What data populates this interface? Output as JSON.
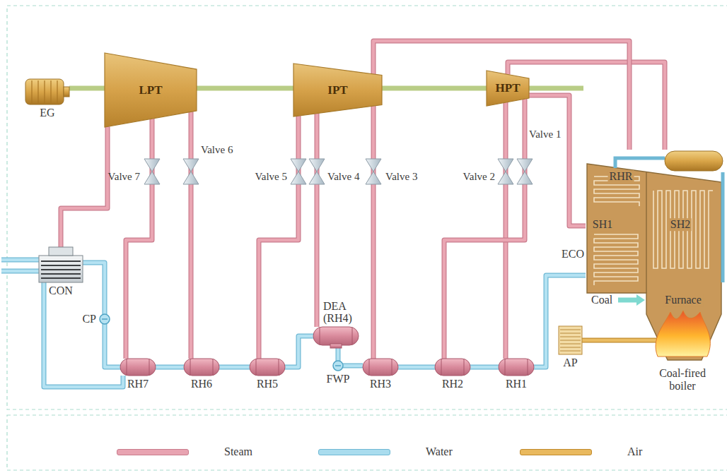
{
  "diagram": {
    "nodes": [
      {
        "text": [
          "EG"
        ]
      },
      {
        "text": [
          "LPT"
        ]
      },
      {
        "text": [
          "IPT"
        ]
      },
      {
        "text": [
          "HPT"
        ]
      },
      {
        "text": [
          "CON"
        ]
      },
      {
        "text": [
          "CP"
        ]
      },
      {
        "text": [
          "RH7"
        ]
      },
      {
        "text": [
          "RH6"
        ]
      },
      {
        "text": [
          "RH5"
        ]
      },
      {
        "text": [
          "DEA (RH4)"
        ]
      },
      {
        "text": [
          "FWP"
        ]
      },
      {
        "text": [
          "RH3"
        ]
      },
      {
        "text": [
          "RH2"
        ]
      },
      {
        "text": [
          "RH1"
        ]
      },
      {
        "text": [
          "Coal-fired boiler"
        ]
      },
      {
        "text": [
          "AP"
        ]
      }
    ],
    "edges": [
      {
        "from": 1,
        "to": 4,
        "arrow": "none"
      },
      {
        "from": 1,
        "to": 6,
        "arrow": "none"
      },
      {
        "from": 1,
        "to": 7,
        "arrow": "none"
      },
      {
        "from": 2,
        "to": 8,
        "arrow": "none"
      },
      {
        "from": 2,
        "to": 9,
        "arrow": "none"
      },
      {
        "from": 2,
        "to": 11,
        "arrow": "none"
      },
      {
        "from": 3,
        "to": 13,
        "arrow": "none"
      },
      {
        "from": 3,
        "to": 12,
        "arrow": "none"
      },
      {
        "from": 3,
        "to": 14,
        "arrow": "none"
      },
      {
        "from": 14,
        "to": 3,
        "arrow": "none"
      },
      {
        "from": 14,
        "to": 2,
        "arrow": "none"
      },
      {
        "from": 4,
        "to": 5,
        "arrow": "none"
      },
      {
        "from": 5,
        "to": 6,
        "arrow": "none"
      },
      {
        "from": 6,
        "to": 7,
        "arrow": "none"
      },
      {
        "from": 7,
        "to": 8,
        "arrow": "none"
      },
      {
        "from": 8,
        "to": 9,
        "arrow": "none"
      },
      {
        "from": 9,
        "to": 10,
        "arrow": "none"
      },
      {
        "from": 10,
        "to": 11,
        "arrow": "none"
      },
      {
        "from": 11,
        "to": 12,
        "arrow": "none"
      },
      {
        "from": 12,
        "to": 13,
        "arrow": "none"
      },
      {
        "from": 13,
        "to": 14,
        "arrow": "none"
      },
      {
        "from": 6,
        "to": 4,
        "arrow": "none"
      },
      {
        "from": 15,
        "to": 14,
        "arrow": "none"
      }
    ],
    "labels": [
      "Valve 1",
      "Valve 7",
      "Valve 6",
      "Valve 5",
      "Valve 4",
      "Valve 3",
      "Valve 2",
      "RHR",
      "SH1",
      "SH2",
      "ECO",
      "Coal",
      "Furnace"
    ],
    "legend": [
      {
        "text": "Steam"
      },
      {
        "text": "Water"
      },
      {
        "text": "Air"
      }
    ]
  }
}
